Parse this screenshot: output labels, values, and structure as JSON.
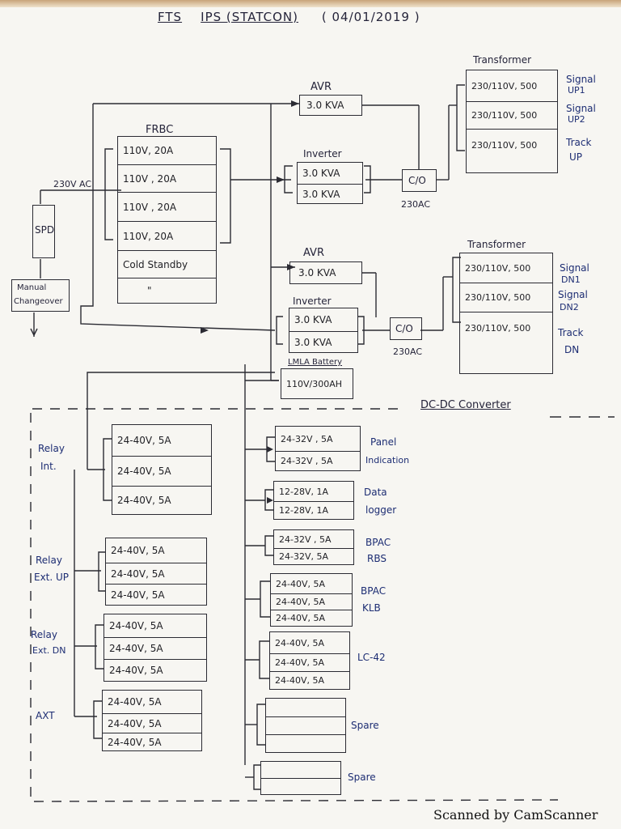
{
  "header": {
    "title_fts": "FTS",
    "title_ips": "IPS (STATCON)",
    "date": "( 04/01/2019 )"
  },
  "input": {
    "supply": "230V AC",
    "spd": "SPD",
    "manual_changeover": [
      "Manual",
      "Changeover"
    ]
  },
  "frbc": {
    "label": "FRBC",
    "rows": [
      "110V, 20A",
      "110V , 20A",
      "110V , 20A",
      "110V, 20A",
      "Cold Standby",
      "\""
    ]
  },
  "up_chain": {
    "avr_label": "AVR",
    "avr_value": "3.0 KVA",
    "inverter_label": "Inverter",
    "inverter_rows": [
      "3.0 KVA",
      "3.0 KVA"
    ],
    "co_label": "C/O",
    "co_output": "230AC",
    "transformer_label": "Transformer",
    "transformer_rows": [
      "230/110V, 500",
      "230/110V, 500",
      "230/110V, 500"
    ],
    "loads": [
      [
        "Signal",
        "UP1"
      ],
      [
        "Signal",
        "UP2"
      ],
      [
        "Track",
        "UP"
      ]
    ]
  },
  "dn_chain": {
    "avr_label": "AVR",
    "avr_value": "3.0 KVA",
    "inverter_label": "Inverter",
    "inverter_rows": [
      "3.0 KVA",
      "3.0 KVA"
    ],
    "co_label": "C/O",
    "co_output": "230AC",
    "transformer_label": "Transformer",
    "transformer_rows": [
      "230/110V, 500",
      "230/110V, 500",
      "230/110V, 500"
    ],
    "loads": [
      [
        "Signal",
        "DN1"
      ],
      [
        "Signal",
        "DN2"
      ],
      [
        "Track",
        "DN"
      ]
    ]
  },
  "battery": {
    "label": "LMLA Battery",
    "value": "110V/300AH"
  },
  "dcdc_label": "DC-DC Converter",
  "left_groups": [
    {
      "label": [
        "Relay",
        "Int."
      ],
      "rows": [
        "24-40V, 5A",
        "24-40V, 5A",
        "24-40V, 5A"
      ]
    },
    {
      "label": [
        "Relay",
        "Ext. UP"
      ],
      "rows": [
        "24-40V, 5A",
        "24-40V, 5A",
        "24-40V, 5A"
      ]
    },
    {
      "label": [
        "Relay",
        "Ext. DN"
      ],
      "rows": [
        "24-40V, 5A",
        "24-40V, 5A",
        "24-40V, 5A"
      ]
    },
    {
      "label": [
        "AXT"
      ],
      "rows": [
        "24-40V, 5A",
        "24-40V, 5A",
        "24-40V, 5A"
      ]
    }
  ],
  "right_groups": [
    {
      "label": [
        "Panel",
        "Indication"
      ],
      "rows": [
        "24-32V , 5A",
        "24-32V , 5A"
      ]
    },
    {
      "label": [
        "Data",
        "logger"
      ],
      "rows": [
        "12-28V, 1A",
        "12-28V, 1A"
      ]
    },
    {
      "label": [
        "BPAC",
        "RBS"
      ],
      "rows": [
        "24-32V , 5A",
        "24-32V, 5A"
      ]
    },
    {
      "label": [
        "BPAC",
        "KLB"
      ],
      "rows": [
        "24-40V, 5A",
        "24-40V, 5A",
        "24-40V, 5A"
      ]
    },
    {
      "label": [
        "LC-42"
      ],
      "rows": [
        "24-40V, 5A",
        "24-40V, 5A",
        "24-40V, 5A"
      ]
    },
    {
      "label": [
        "Spare"
      ],
      "rows": [
        "",
        "",
        ""
      ]
    },
    {
      "label": [
        "Spare"
      ],
      "rows": [
        "",
        ""
      ]
    }
  ],
  "footer": "Scanned by CamScanner"
}
